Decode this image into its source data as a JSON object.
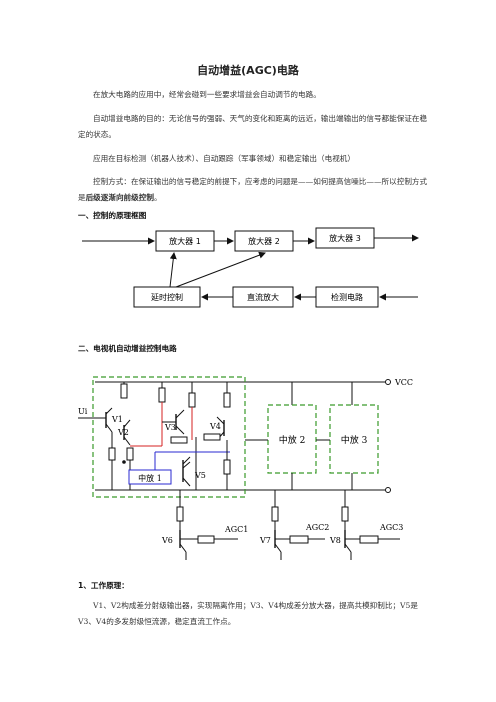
{
  "title": "自动增益(AGC)电路",
  "intro": [
    "在放大电路的应用中，经常会碰到一些要求增益会自动调节的电路。",
    "自动增益电路的目的：无论信号的强弱、天气的变化和距离的远近，输出端输出的信号都能保证在稳定的状态。",
    "应用在目标检测（机器人技术）、自动跟踪（军事领域）和稳定输出（电视机）"
  ],
  "control": {
    "text": "控制方式：在保证输出的信号稳定的前提下，应考虑的问题是——如何提高信噪比——所以控制方式是",
    "emphasis": "后级逐渐向前级控制",
    "end": "。"
  },
  "section1": {
    "heading": "一、控制的原理框图",
    "blocks": {
      "amp1": "放大器 1",
      "amp2": "放大器 2",
      "amp3": "放大器 3",
      "delay": "延时控制",
      "dc": "直流放大",
      "detect": "检测电路"
    }
  },
  "section2": {
    "heading": "二、电视机自动增益控制电路",
    "labels": {
      "vcc": "VCC",
      "ui": "Ui",
      "v1": "V1",
      "v2": "V2",
      "v3": "V3",
      "v4": "V4",
      "v5": "V5",
      "v6": "V6",
      "v7": "V7",
      "v8": "V8",
      "mid1": "中放 1",
      "mid2": "中放 2",
      "mid3": "中放 3",
      "agc1": "AGC1",
      "agc2": "AGC2",
      "agc3": "AGC3"
    }
  },
  "section3": {
    "heading": "1、工作原理：",
    "text": "V1、V2构成差分射级输出器，实现隔离作用；V3、V4构成差分放大器，提高共模抑制比；V5是V3、V4的多发射级恒流源，稳定直流工作点。"
  },
  "colors": {
    "accent_green": "#3a9a2a",
    "wire_red": "#d42020",
    "wire_blue": "#2a2ad0",
    "text": "#222222"
  }
}
